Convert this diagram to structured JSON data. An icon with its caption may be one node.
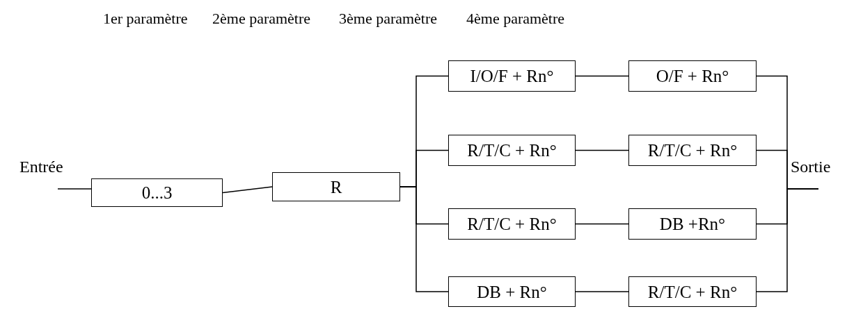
{
  "diagram": {
    "nodes": [
      {
        "text": [
          "Entrée"
        ]
      },
      {
        "text": [
          "0...3"
        ]
      },
      {
        "text": [
          "R"
        ]
      },
      {
        "text": [
          "I/O/F + Rn°"
        ]
      },
      {
        "text": [
          "O/F + Rn°"
        ]
      },
      {
        "text": [
          "R/T/C + Rn°"
        ]
      },
      {
        "text": [
          "R/T/C + Rn°"
        ]
      },
      {
        "text": [
          "R/T/C + Rn°"
        ]
      },
      {
        "text": [
          "DB +Rn°"
        ]
      },
      {
        "text": [
          "DB + Rn°"
        ]
      },
      {
        "text": [
          "R/T/C + Rn°"
        ]
      },
      {
        "text": [
          "Sortie"
        ]
      }
    ],
    "edges": [
      {
        "from": 0,
        "to": 1,
        "arrow": "none"
      },
      {
        "from": 1,
        "to": 2,
        "arrow": "none"
      },
      {
        "from": 2,
        "to": 3,
        "arrow": "none"
      },
      {
        "from": 2,
        "to": 5,
        "arrow": "none"
      },
      {
        "from": 2,
        "to": 7,
        "arrow": "none"
      },
      {
        "from": 2,
        "to": 9,
        "arrow": "none"
      },
      {
        "from": 3,
        "to": 4,
        "arrow": "none"
      },
      {
        "from": 5,
        "to": 6,
        "arrow": "none"
      },
      {
        "from": 7,
        "to": 8,
        "arrow": "none"
      },
      {
        "from": 9,
        "to": 10,
        "arrow": "none"
      },
      {
        "from": 4,
        "to": 11,
        "arrow": "none"
      },
      {
        "from": 6,
        "to": 11,
        "arrow": "none"
      },
      {
        "from": 8,
        "to": 11,
        "arrow": "none"
      },
      {
        "from": 10,
        "to": 11,
        "arrow": "none"
      }
    ],
    "labels": [
      "1er paramètre",
      "2ème paramètre",
      "3ème paramètre",
      "4ème paramètre"
    ]
  }
}
